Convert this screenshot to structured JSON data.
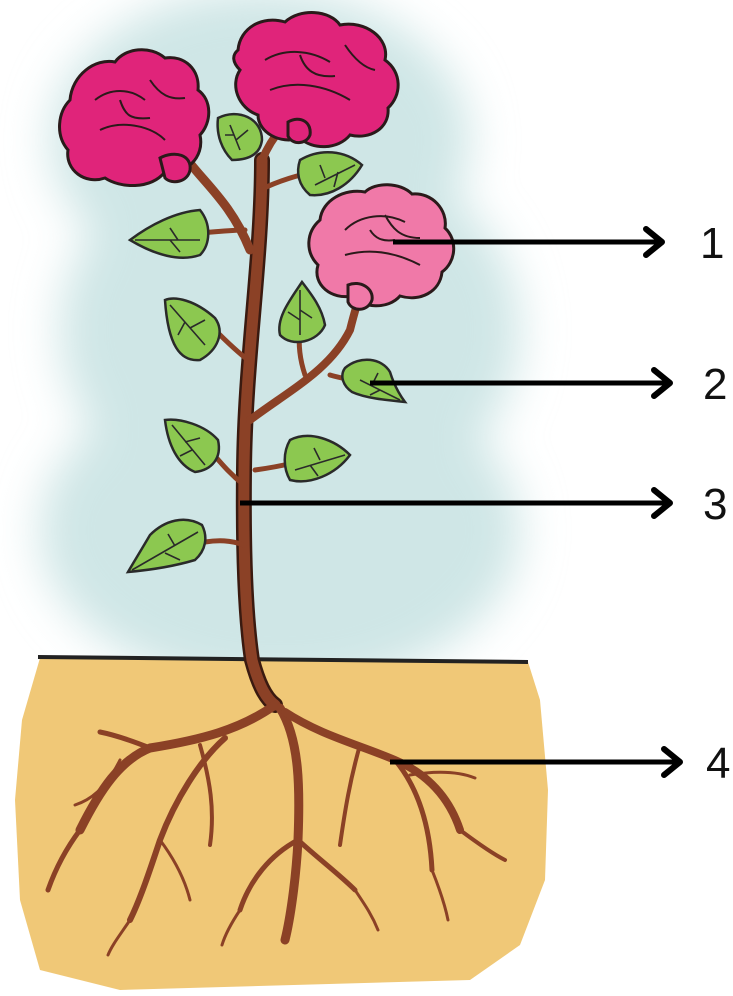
{
  "diagram": {
    "colors": {
      "sky": "#cfe6e6",
      "soil": "#f0c877",
      "stem": "#8b4126",
      "leaf": "#8cc850",
      "flower_dark": "#e0247a",
      "flower_light": "#f079a8",
      "arrow": "#000000"
    },
    "callouts": [
      {
        "label": "1",
        "part": "flower"
      },
      {
        "label": "2",
        "part": "leaf"
      },
      {
        "label": "3",
        "part": "stem"
      },
      {
        "label": "4",
        "part": "root"
      }
    ]
  }
}
